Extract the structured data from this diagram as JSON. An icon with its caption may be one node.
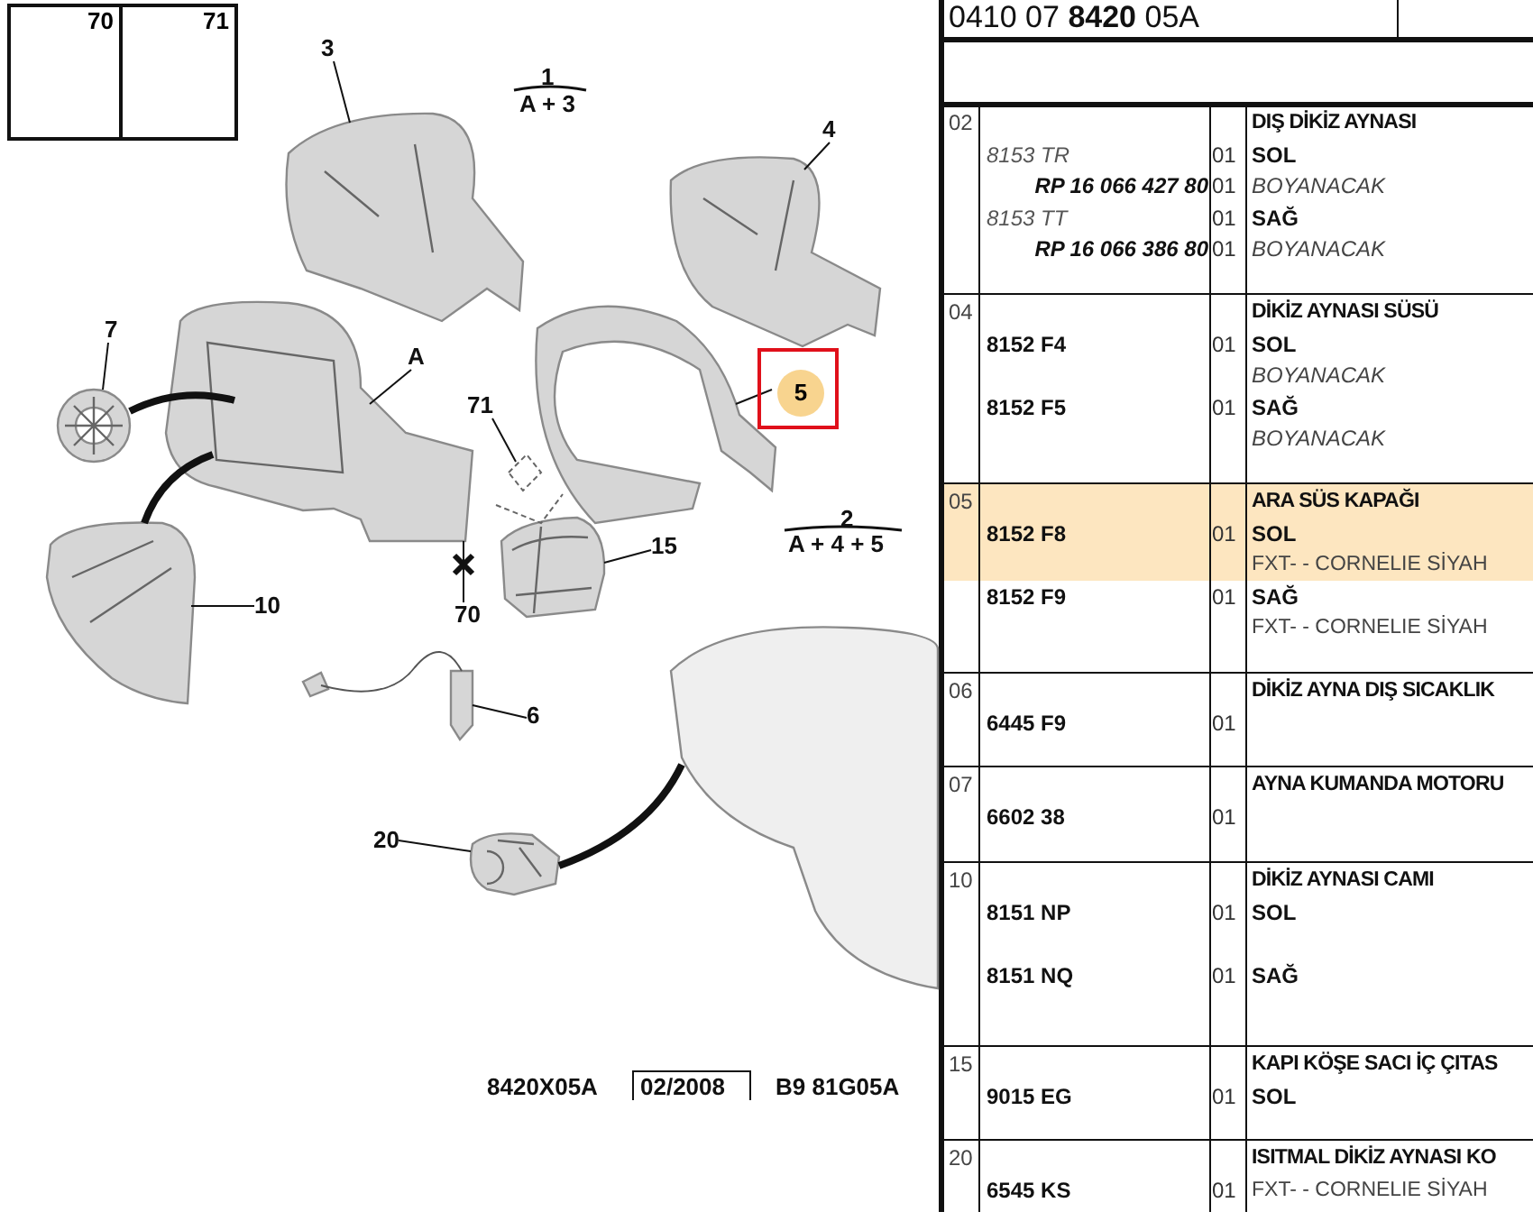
{
  "diagram": {
    "nodes": [
      {
        "text": [
          "70"
        ]
      },
      {
        "text": [
          "71"
        ]
      },
      {
        "text": [
          "3"
        ]
      },
      {
        "text": [],
        "shape": "picture"
      },
      {
        "text": [
          "4"
        ]
      },
      {
        "text": [],
        "shape": "picture"
      },
      {
        "text": [
          "5"
        ]
      },
      {
        "text": [],
        "shape": "picture"
      },
      {
        "text": [
          "A"
        ]
      },
      {
        "text": [],
        "shape": "picture"
      },
      {
        "text": [
          "7"
        ]
      },
      {
        "text": [],
        "shape": "picture"
      },
      {
        "text": [
          "71"
        ]
      },
      {
        "text": [
          "70"
        ]
      },
      {
        "text": [
          "15"
        ]
      },
      {
        "text": [],
        "shape": "picture"
      },
      {
        "text": [
          "10"
        ]
      },
      {
        "text": [],
        "shape": "picture"
      },
      {
        "text": [
          "6"
        ]
      },
      {
        "text": [],
        "shape": "picture"
      },
      {
        "text": [
          "20"
        ]
      },
      {
        "text": [],
        "shape": "picture"
      },
      {
        "text": [],
        "shape": "picture"
      }
    ],
    "edges": [
      {
        "from": 2,
        "to": 3,
        "arrow": "none"
      },
      {
        "from": 4,
        "to": 5,
        "arrow": "none"
      },
      {
        "from": 6,
        "to": 7,
        "arrow": "none"
      },
      {
        "from": 8,
        "to": 9,
        "arrow": "none"
      },
      {
        "from": 10,
        "to": 11,
        "arrow": "none"
      },
      {
        "from": 12,
        "to": null,
        "arrow": "none"
      },
      {
        "from": 13,
        "to": 9,
        "arrow": "none"
      },
      {
        "from": 14,
        "to": 15,
        "arrow": "none"
      },
      {
        "from": 16,
        "to": 17,
        "arrow": "none"
      },
      {
        "from": 18,
        "to": 19,
        "arrow": "none"
      },
      {
        "from": 20,
        "to": 21,
        "arrow": "none"
      },
      {
        "from": 11,
        "to": 9,
        "arrow": "none",
        "style": "thick"
      },
      {
        "from": 9,
        "to": 17,
        "arrow": "none",
        "style": "thick"
      },
      {
        "from": 21,
        "to": 22,
        "arrow": "none",
        "style": "thick"
      }
    ],
    "labels": [
      "0410 07 **8420** 05A",
      "1",
      "A + 3",
      "2",
      "A + 4 + 5",
      "8420X05A",
      "02/2008",
      "B9 81G05A",
      "02",
      "DIŞ DİKİZ AYNASI",
      "8153 TR",
      "01",
      "SOL",
      "RP 16 066 427 80",
      "01",
      "BOYANACAK",
      "8153 TT",
      "01",
      "SAĞ",
      "RP 16 066 386 80",
      "01",
      "BOYANACAK",
      "04",
      "DİKİZ AYNASI SÜSÜ",
      "8152 F4",
      "01",
      "SOL",
      "BOYANACAK",
      "8152 F5",
      "01",
      "SAĞ",
      "BOYANACAK",
      "05",
      "ARA SÜS KAPAĞI",
      "8152 F8",
      "01",
      "SOL",
      "FXT- - CORNELIE SİYAH",
      "8152 F9",
      "01",
      "SAĞ",
      "FXT- - CORNELIE SİYAH",
      "06",
      "DİKİZ AYNA DIŞ SICAKLIK",
      "6445 F9",
      "01",
      "07",
      "AYNA KUMANDA MOTORU",
      "6602 38",
      "01",
      "10",
      "DİKİZ AYNASI CAMI",
      "8151 NP",
      "01",
      "SOL",
      "8151 NQ",
      "01",
      "SAĞ",
      "15",
      "KAPI KÖŞE SACI İÇ ÇITAS",
      "9015 EG",
      "01",
      "SOL",
      "20",
      "ISITMAL DİKİZ AYNASI KO",
      "6545 KS",
      "01",
      "FXT- - CORNELIE SİYAH"
    ]
  }
}
